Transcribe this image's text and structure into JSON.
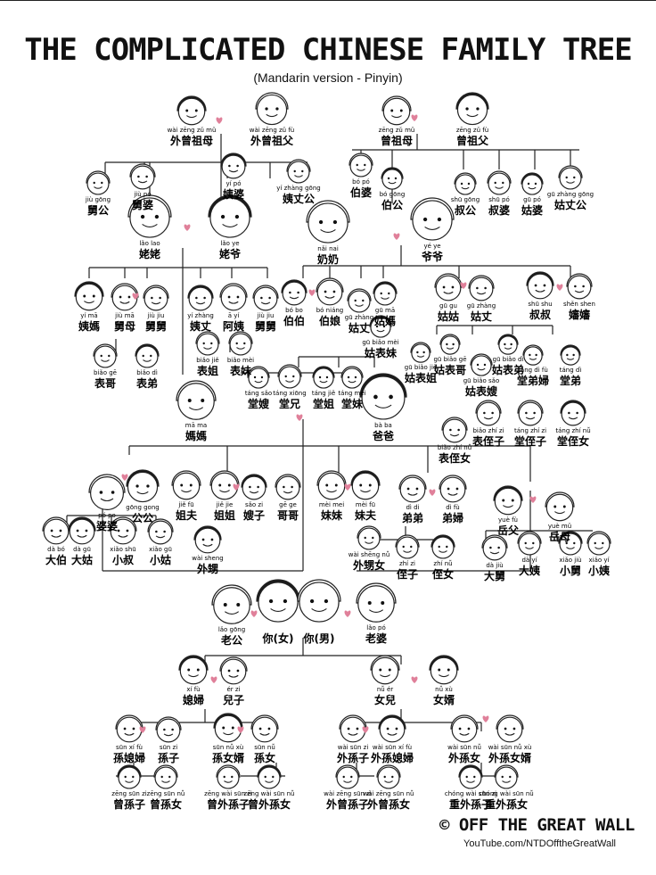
{
  "title": "THE COMPLICATED CHINESE FAMILY TREE",
  "subtitle": "(Mandarin version - Pinyin)",
  "footer": {
    "brand": "© OFF THE GREAT WALL",
    "url": "YouTube.com/NTDOfftheGreatWall"
  },
  "colors": {
    "line": "#222222",
    "heart": "#e0809a",
    "face_fill": "#ffffff",
    "hair": "#1a1a1a"
  },
  "people": [
    {
      "py": "wài zēng zǔ mǔ",
      "hz": "外曾祖母"
    },
    {
      "py": "wài zēng zǔ fù",
      "hz": "外曾祖父"
    },
    {
      "py": "zēng zǔ mǔ",
      "hz": "曾祖母"
    },
    {
      "py": "zēng zǔ fù",
      "hz": "曾祖父"
    },
    {
      "py": "jiù gōng",
      "hz": "舅公"
    },
    {
      "py": "jiù pó",
      "hz": "舅婆"
    },
    {
      "py": "yí pó",
      "hz": "姨婆"
    },
    {
      "py": "yí zhàng gōng",
      "hz": "姨丈公"
    },
    {
      "py": "bó pó",
      "hz": "伯婆"
    },
    {
      "py": "bó gōng",
      "hz": "伯公"
    },
    {
      "py": "shū gōng",
      "hz": "叔公"
    },
    {
      "py": "shū pó",
      "hz": "叔婆"
    },
    {
      "py": "gū pó",
      "hz": "姑婆"
    },
    {
      "py": "gū zhàng gōng",
      "hz": "姑丈公"
    },
    {
      "py": "lǎo lao",
      "hz": "姥姥"
    },
    {
      "py": "lǎo ye",
      "hz": "姥爷"
    },
    {
      "py": "nǎi nai",
      "hz": "奶奶"
    },
    {
      "py": "yé ye",
      "hz": "爷爷"
    },
    {
      "py": "yí mā",
      "hz": "姨媽"
    },
    {
      "py": "jiù mā",
      "hz": "舅母"
    },
    {
      "py": "jiù jiu",
      "hz": "舅舅"
    },
    {
      "py": "yí zhàng",
      "hz": "姨丈"
    },
    {
      "py": "ā yí",
      "hz": "阿姨"
    },
    {
      "py": "jiù jiu",
      "hz": "舅舅"
    },
    {
      "py": "bó bo",
      "hz": "伯伯"
    },
    {
      "py": "bó niáng",
      "hz": "伯娘"
    },
    {
      "py": "gū zhàng",
      "hz": "姑丈"
    },
    {
      "py": "gū mā",
      "hz": "姑媽"
    },
    {
      "py": "gū gu",
      "hz": "姑姑"
    },
    {
      "py": "gū zhàng",
      "hz": "姑丈"
    },
    {
      "py": "shū shu",
      "hz": "叔叔"
    },
    {
      "py": "shěn shen",
      "hz": "嬸嬸"
    },
    {
      "py": "biǎo gē",
      "hz": "表哥"
    },
    {
      "py": "biǎo dì",
      "hz": "表弟"
    },
    {
      "py": "biǎo jiě",
      "hz": "表姐"
    },
    {
      "py": "biǎo mèi",
      "hz": "表妹"
    },
    {
      "py": "gū biǎo mèi",
      "hz": "姑表妹"
    },
    {
      "py": "gū biǎo jiě",
      "hz": "姑表姐"
    },
    {
      "py": "gū biǎo gē",
      "hz": "姑表哥"
    },
    {
      "py": "gū biǎo dì",
      "hz": "姑表弟"
    },
    {
      "py": "gū biǎo sǎo",
      "hz": "姑表嫂"
    },
    {
      "py": "táng dì fù",
      "hz": "堂弟婦"
    },
    {
      "py": "táng dì",
      "hz": "堂弟"
    },
    {
      "py": "táng sǎo",
      "hz": "堂嫂"
    },
    {
      "py": "táng xiōng",
      "hz": "堂兄"
    },
    {
      "py": "táng jiě",
      "hz": "堂姐"
    },
    {
      "py": "táng mèi",
      "hz": "堂妹"
    },
    {
      "py": "mā ma",
      "hz": "媽媽"
    },
    {
      "py": "bà ba",
      "hz": "爸爸"
    },
    {
      "py": "biǎo zhí zi",
      "hz": "表侄子"
    },
    {
      "py": "táng zhí zi",
      "hz": "堂侄子"
    },
    {
      "py": "táng zhí nǚ",
      "hz": "堂侄女"
    },
    {
      "py": "biǎo zhí nǚ",
      "hz": "表侄女"
    },
    {
      "py": "pó po",
      "hz": "婆婆"
    },
    {
      "py": "gōng gong",
      "hz": "公公"
    },
    {
      "py": "jiě fū",
      "hz": "姐夫"
    },
    {
      "py": "jiě jie",
      "hz": "姐姐"
    },
    {
      "py": "sǎo zi",
      "hz": "嫂子"
    },
    {
      "py": "gē ge",
      "hz": "哥哥"
    },
    {
      "py": "mèi mei",
      "hz": "妹妹"
    },
    {
      "py": "mèi fū",
      "hz": "妹夫"
    },
    {
      "py": "dì di",
      "hz": "弟弟"
    },
    {
      "py": "dì fù",
      "hz": "弟婦"
    },
    {
      "py": "yuè fù",
      "hz": "岳父"
    },
    {
      "py": "yuè mǔ",
      "hz": "岳母"
    },
    {
      "py": "dà bó",
      "hz": "大伯"
    },
    {
      "py": "dà gū",
      "hz": "大姑"
    },
    {
      "py": "xiǎo shū",
      "hz": "小叔"
    },
    {
      "py": "xiǎo gū",
      "hz": "小姑"
    },
    {
      "py": "wài sheng",
      "hz": "外甥"
    },
    {
      "py": "wài shēng nǚ",
      "hz": "外甥女"
    },
    {
      "py": "zhí zi",
      "hz": "侄子"
    },
    {
      "py": "zhí nǚ",
      "hz": "侄女"
    },
    {
      "py": "dà jiù",
      "hz": "大舅"
    },
    {
      "py": "dà yí",
      "hz": "大姨"
    },
    {
      "py": "xiǎo jiù",
      "hz": "小舅"
    },
    {
      "py": "xiǎo yí",
      "hz": "小姨"
    },
    {
      "py": "lǎo gōng",
      "hz": "老公"
    },
    {
      "py": "",
      "hz": "你(女)"
    },
    {
      "py": "",
      "hz": "你(男)"
    },
    {
      "py": "lǎo pó",
      "hz": "老婆"
    },
    {
      "py": "xí fù",
      "hz": "媳婦"
    },
    {
      "py": "ér zi",
      "hz": "兒子"
    },
    {
      "py": "nǚ ér",
      "hz": "女兒"
    },
    {
      "py": "nǚ xù",
      "hz": "女婿"
    },
    {
      "py": "sūn xí fù",
      "hz": "孫媳婦"
    },
    {
      "py": "sūn zi",
      "hz": "孫子"
    },
    {
      "py": "sūn nǚ xù",
      "hz": "孫女婿"
    },
    {
      "py": "sūn nǚ",
      "hz": "孫女"
    },
    {
      "py": "wài sūn zi",
      "hz": "外孫子"
    },
    {
      "py": "wài sūn xí fù",
      "hz": "外孫媳婦"
    },
    {
      "py": "wài sūn nǚ",
      "hz": "外孫女"
    },
    {
      "py": "wài sūn nǚ xù",
      "hz": "外孫女婿"
    },
    {
      "py": "zēng sūn zi",
      "hz": "曾孫子"
    },
    {
      "py": "zēng sūn nǚ",
      "hz": "曾孫女"
    },
    {
      "py": "zēng wài sūn zi",
      "hz": "曾外孫子"
    },
    {
      "py": "zēng wài sūn nǚ",
      "hz": "曾外孫女"
    },
    {
      "py": "wài zēng sūn zi",
      "hz": "外曾孫子"
    },
    {
      "py": "wài zēng sūn nǚ",
      "hz": "外曾孫女"
    },
    {
      "py": "chóng wài sūn zi",
      "hz": "重外孫子"
    },
    {
      "py": "chóng wài sūn nǚ",
      "hz": "重外孫女"
    }
  ]
}
